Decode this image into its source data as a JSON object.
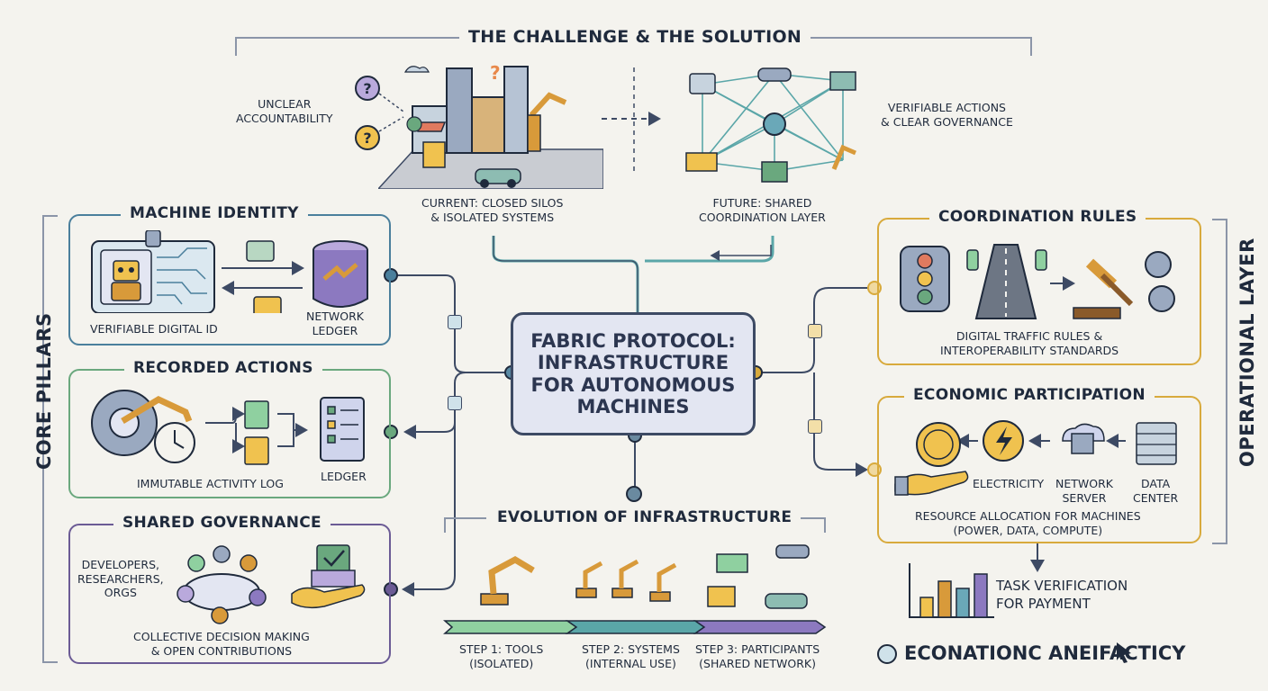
{
  "challenge": {
    "title": "THE CHALLENGE & THE SOLUTION",
    "unclear": "UNCLEAR\nACCOUNTABILITY",
    "current": "CURRENT: CLOSED SILOS\n& ISOLATED SYSTEMS",
    "future": "FUTURE: SHARED\nCOORDINATION LAYER",
    "verifiable": "VERIFIABLE ACTIONS\n& CLEAR GOVERNANCE"
  },
  "center": {
    "title": "FABRIC PROTOCOL:\nINFRASTRUCTURE\nFOR AUTONOMOUS\nMACHINES"
  },
  "left_label": "CORE PILLARS",
  "right_label": "OPERATIONAL LAYER",
  "machine_identity": {
    "title": "MACHINE IDENTITY",
    "id_label": "VERIFIABLE DIGITAL ID",
    "ledger_label": "NETWORK\nLEDGER"
  },
  "recorded_actions": {
    "title": "RECORDED ACTIONS",
    "log_label": "IMMUTABLE ACTIVITY LOG",
    "ledger_label": "LEDGER"
  },
  "shared_governance": {
    "title": "SHARED GOVERNANCE",
    "who": "DEVELOPERS,\nRESEARCHERS,\nORGS",
    "caption": "COLLECTIVE DECISION MAKING\n& OPEN CONTRIBUTIONS"
  },
  "coordination_rules": {
    "title": "COORDINATION RULES",
    "caption": "DIGITAL TRAFFIC RULES &\nINTEROPERABILITY STANDARDS"
  },
  "economic": {
    "title": "ECONOMIC PARTICIPATION",
    "electricity": "ELECTRICITY",
    "network_server": "NETWORK\nSERVER",
    "data_center": "DATA\nCENTER",
    "caption": "RESOURCE ALLOCATION FOR MACHINES\n(POWER, DATA, COMPUTE)",
    "task": "TASK VERIFICATION\nFOR PAYMENT"
  },
  "evolution": {
    "title": "EVOLUTION OF INFRASTRUCTURE",
    "step1": "STEP 1: TOOLS\n(ISOLATED)",
    "step2": "STEP 2: SYSTEMS\n(INTERNAL USE)",
    "step3": "STEP 3: PARTICIPANTS\n(SHARED NETWORK)"
  },
  "footer": {
    "legend_text": "ECONATIONC ANEIFACTICY"
  },
  "colors": {
    "blue": "#4a7f9c",
    "green": "#6aa87e",
    "purple": "#6b5b95",
    "gold": "#d8aa3c",
    "navy": "#3d4a64",
    "orange": "#d89a3a"
  }
}
